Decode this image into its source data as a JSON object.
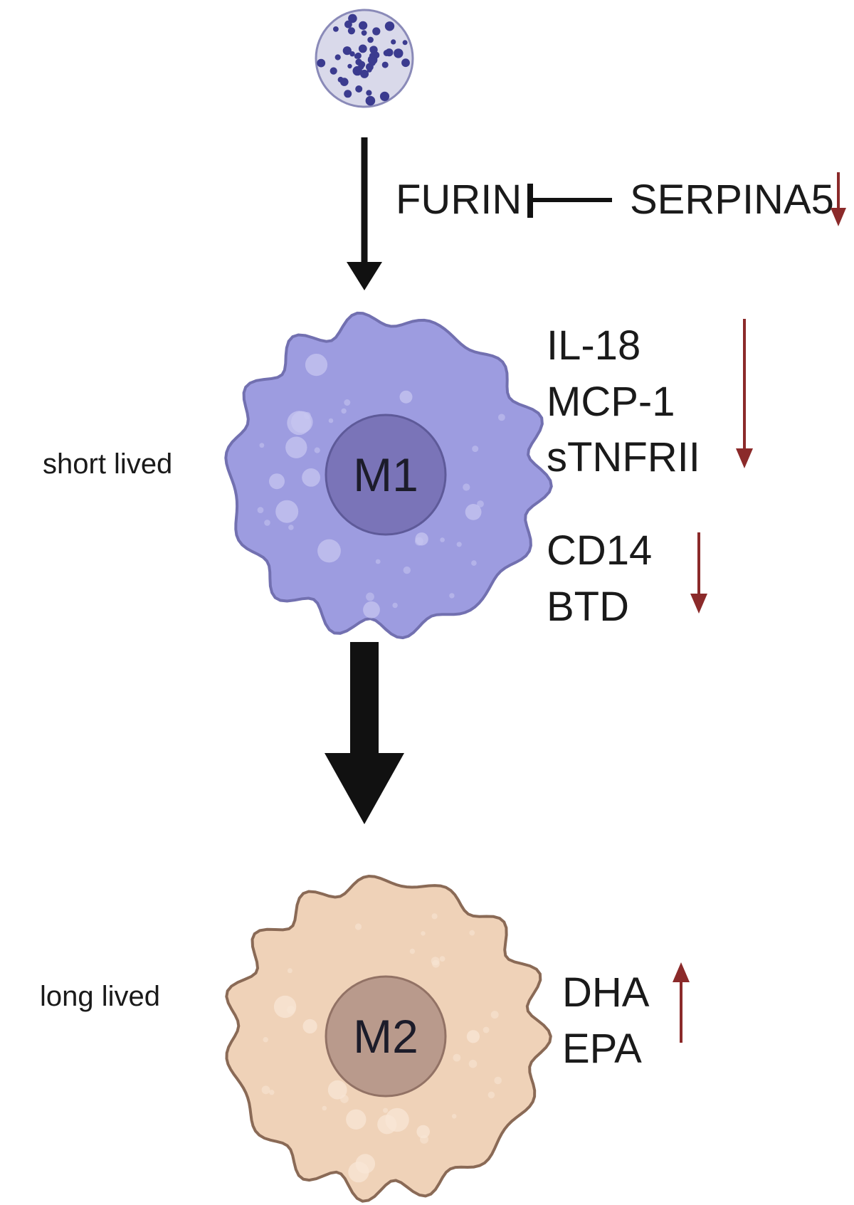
{
  "pathway": {
    "inhibitor": "SERPINA5",
    "target": "FURIN"
  },
  "m1": {
    "label": "M1",
    "lifespan": "short lived",
    "markers_group1": [
      "IL-18",
      "MCP-1",
      "sTNFRII"
    ],
    "markers_group2": [
      "CD14",
      "BTD"
    ],
    "color": "#9d9ce0",
    "nucleus_color": "#7a74b8"
  },
  "m2": {
    "label": "M2",
    "lifespan": "long lived",
    "markers": [
      "DHA",
      "EPA"
    ],
    "color": "#efd2b8",
    "nucleus_color": "#b99a8c"
  },
  "colors": {
    "arrow": "#111111",
    "down_arrow": "#8b2a2a",
    "up_arrow": "#8b2a2a",
    "virus": "#3b3b8f"
  }
}
